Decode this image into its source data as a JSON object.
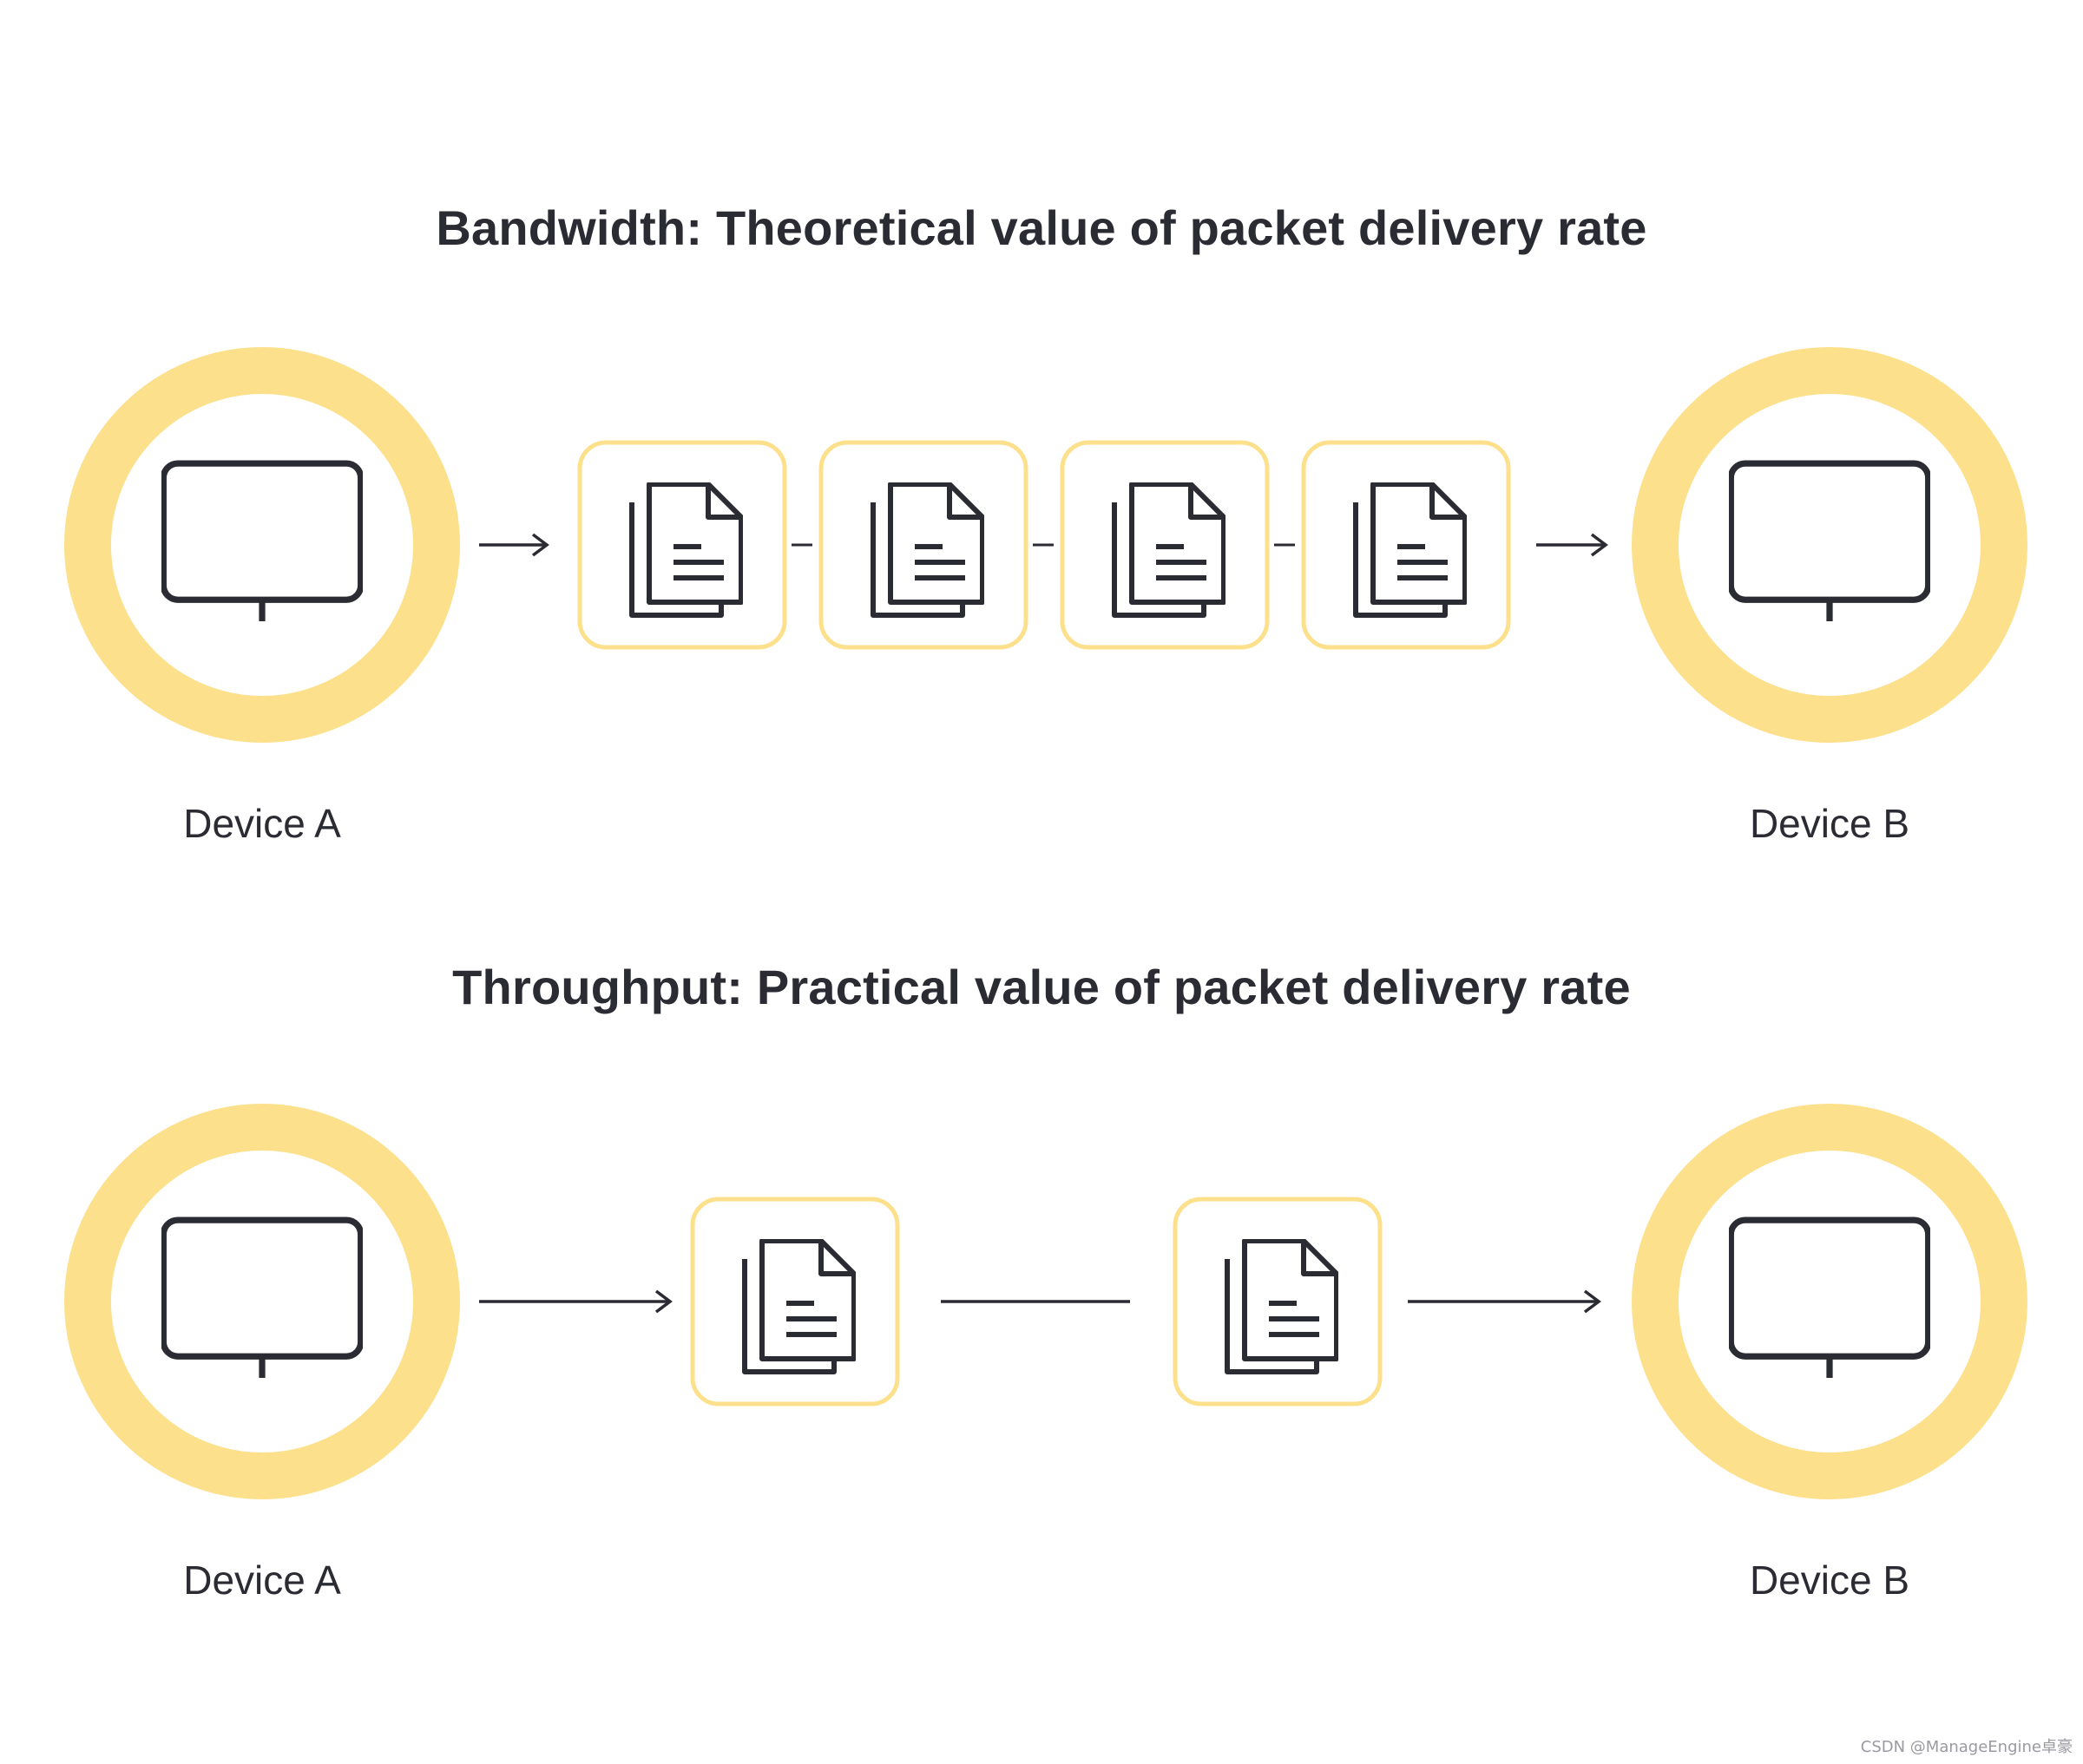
{
  "theme": {
    "ring": "#fce08c",
    "box": "#fce08c",
    "ink": "#2b2b33",
    "background": "#ffffff"
  },
  "bandwidth": {
    "title": "Bandwidth: Theoretical value of packet delivery rate",
    "source_label": "Device A",
    "target_label": "Device B",
    "packet_count": 4
  },
  "throughput": {
    "title": "Throughput: Practical value of packet delivery rate",
    "source_label": "Device A",
    "target_label": "Device B",
    "packet_count": 2
  },
  "icons": {
    "device": "monitor-icon",
    "packet": "document-icon",
    "connector": "arrow-right-icon"
  },
  "watermark": "CSDN @ManageEngine卓豪"
}
